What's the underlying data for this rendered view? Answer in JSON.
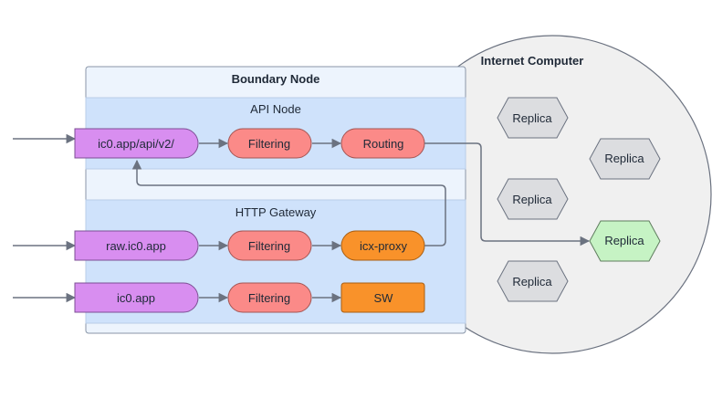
{
  "internet_computer": {
    "title": "Internet Computer"
  },
  "boundary_node": {
    "title": "Boundary Node",
    "api_node": {
      "title": "API Node",
      "entry": "ic0.app/api/v2/",
      "filtering": "Filtering",
      "routing": "Routing"
    },
    "http_gateway": {
      "title": "HTTP Gateway",
      "raw_entry": "raw.ic0.app",
      "raw_filtering": "Filtering",
      "icx_proxy": "icx-proxy",
      "entry": "ic0.app",
      "filtering": "Filtering",
      "sw": "SW"
    }
  },
  "replicas": [
    {
      "label": "Replica",
      "highlighted": false
    },
    {
      "label": "Replica",
      "highlighted": false
    },
    {
      "label": "Replica",
      "highlighted": false
    },
    {
      "label": "Replica",
      "highlighted": true
    },
    {
      "label": "Replica",
      "highlighted": false
    }
  ],
  "colors": {
    "entry_fill": "#d88ef0",
    "filter_fill": "#fb8a88",
    "proxy_fill": "#f9922a",
    "replica_fill": "#dcdde0",
    "replica_highlight_fill": "#c6f3c4",
    "api_node_bg": "#cfe2fb",
    "boundary_bg": "#edf4fd",
    "ic_circle_bg": "#f0f0f0"
  }
}
